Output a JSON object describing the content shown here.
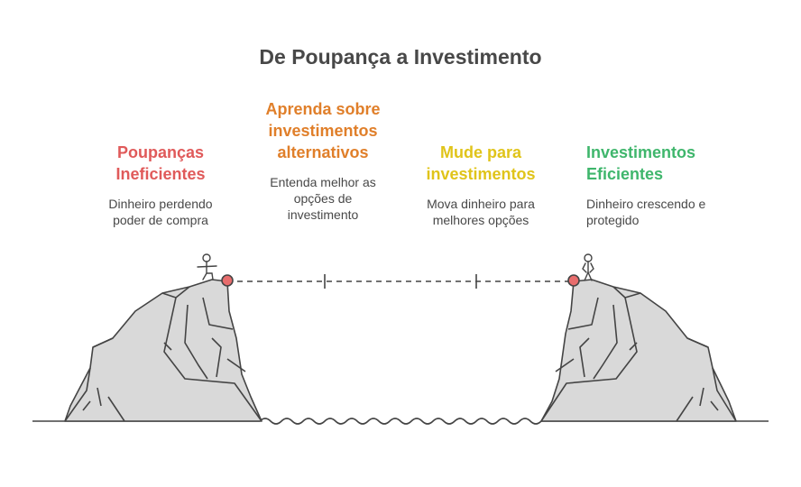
{
  "title": "De Poupança a Investimento",
  "steps": [
    {
      "heading": [
        "Poupanças",
        "Ineficientes"
      ],
      "desc": [
        "Dinheiro perdendo",
        "poder de compra"
      ],
      "color": "#e05a5a"
    },
    {
      "heading": [
        "Aprenda sobre",
        "investimentos",
        "alternativos"
      ],
      "desc": [
        "Entenda melhor as",
        "opções de",
        "investimento"
      ],
      "color": "#e07f2a"
    },
    {
      "heading": [
        "Mude para",
        "investimentos"
      ],
      "desc": [
        "Mova dinheiro para",
        "melhores opções"
      ],
      "color": "#e0c41a"
    },
    {
      "heading": [
        "Investimentos",
        "Eficientes"
      ],
      "desc": [
        "Dinheiro crescendo e",
        "protegido"
      ],
      "color": "#3fb66c"
    }
  ],
  "colors": {
    "text": "#484848",
    "rock": "#d9d9d9",
    "outline": "#444444",
    "marker": "#e86d6d"
  }
}
